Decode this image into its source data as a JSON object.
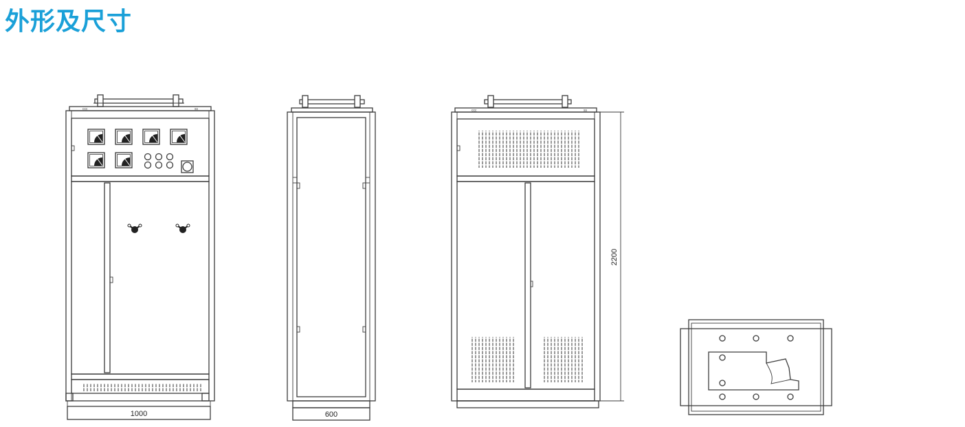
{
  "page": {
    "title": "外形及尺寸"
  },
  "drawings": {
    "front_view": {
      "width_label": "1000",
      "top_left_mark": "ccc",
      "top_right_mark": "ss"
    },
    "side_view": {
      "width_label": "600"
    },
    "rear_view": {
      "height_label": "2200",
      "top_left_mark": "ccc",
      "top_right_mark": "ss"
    },
    "base_view": {}
  },
  "colors": {
    "title": "#1aa0d8",
    "line": "#3a3a3a"
  }
}
